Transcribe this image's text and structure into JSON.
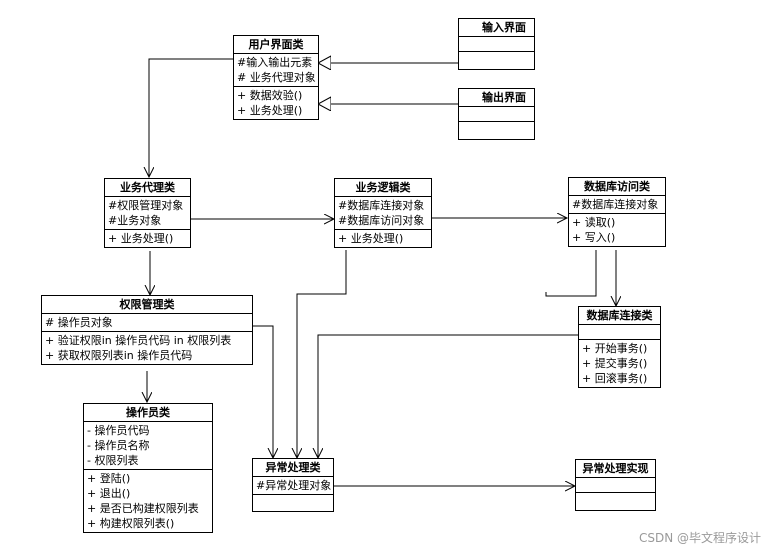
{
  "diagram": {
    "classes": {
      "user_ui": {
        "title": "用户界面类",
        "attributes": [
          "#输入输出元素",
          "# 业务代理对象"
        ],
        "methods": [
          "+ 数据效验()",
          "+ 业务处理()"
        ]
      },
      "input_ui": {
        "title": "输入界面",
        "attributes": [],
        "methods": []
      },
      "output_ui": {
        "title": "输出界面",
        "attributes": [],
        "methods": []
      },
      "business_proxy": {
        "title": "业务代理类",
        "attributes": [
          "#权限管理对象",
          "#业务对象"
        ],
        "methods": [
          "+ 业务处理()"
        ]
      },
      "business_logic": {
        "title": "业务逻辑类",
        "attributes": [
          "#数据库连接对象",
          "#数据库访问对象"
        ],
        "methods": [
          "+ 业务处理()"
        ]
      },
      "db_access": {
        "title": "数据库访问类",
        "attributes": [
          "#数据库连接对象"
        ],
        "methods": [
          "+ 读取()",
          "+ 写入()"
        ]
      },
      "permission_mgr": {
        "title": "权限管理类",
        "attributes": [
          "# 操作员对象"
        ],
        "methods": [
          "+ 验证权限in 操作员代码 in 权限列表",
          "+ 获取权限列表in 操作员代码"
        ]
      },
      "db_connection": {
        "title": "数据库连接类",
        "attributes": [],
        "methods": [
          "+ 开始事务()",
          "+ 提交事务()",
          "+ 回滚事务()"
        ]
      },
      "operator": {
        "title": "操作员类",
        "attributes": [
          "- 操作员代码",
          "- 操作员名称",
          "- 权限列表"
        ],
        "methods": [
          "+ 登陆()",
          "+ 退出()",
          "+  是否已构建权限列表",
          "+ 构建权限列表()"
        ]
      },
      "exception_handler": {
        "title": "异常处理类",
        "attributes": [
          "#异常处理对象"
        ],
        "methods": []
      },
      "exception_impl": {
        "title": "异常处理实现",
        "attributes": [],
        "methods": []
      }
    }
  },
  "watermark": "CSDN @毕文程序设计"
}
